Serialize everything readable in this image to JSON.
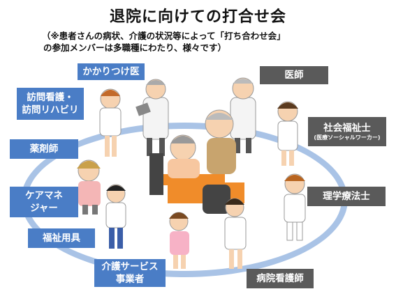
{
  "title": "退院に向けての打合せ会",
  "subtitle": {
    "line1": "（※患者さんの病状、介護の状況等によって「打ち合わせ会」",
    "line2": "の参加メンバーは多職種にわたり、様々です）"
  },
  "roles_left": [
    {
      "id": "kakaritsuke",
      "text": "かかりつけ医"
    },
    {
      "id": "houmon",
      "line1": "訪問看護・",
      "line2": "訪問リハビリ"
    },
    {
      "id": "yakuzai",
      "text": "薬剤師"
    },
    {
      "id": "care",
      "line1": "ケアマネ",
      "line2": "ジャー"
    },
    {
      "id": "fukushi",
      "text": "福祉用具"
    },
    {
      "id": "kaigo",
      "line1": "介護サービス",
      "line2": "事業者"
    }
  ],
  "roles_right": [
    {
      "id": "ishi",
      "text": "医師"
    },
    {
      "id": "social",
      "text": "社会福祉士",
      "sub": "(医療ソーシャルワーカー)"
    },
    {
      "id": "pt",
      "text": "理学療法士"
    },
    {
      "id": "nurse",
      "text": "病院看護師"
    }
  ],
  "colors": {
    "community": "#4a7dc6",
    "hospital": "#5a5a5a",
    "ring": "#a9c3e6",
    "bed": "#f08c2a"
  }
}
